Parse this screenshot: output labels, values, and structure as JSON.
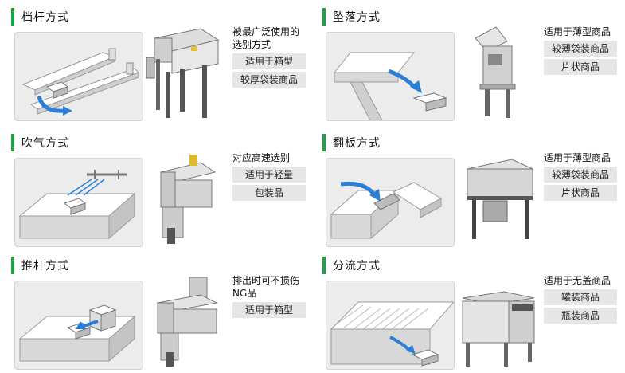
{
  "panels": [
    {
      "title": "档杆方式",
      "lines": [
        "被最广泛使用的",
        "选别方式"
      ],
      "tags": [
        "适用于箱型",
        "较厚袋装商品"
      ]
    },
    {
      "title": "坠落方式",
      "lines": [
        "适用于薄型商品"
      ],
      "tags": [
        "较薄袋装商品",
        "片状商品"
      ]
    },
    {
      "title": "吹气方式",
      "lines": [
        "对应高速选别"
      ],
      "tags": [
        "适用于轻量",
        "包装品"
      ]
    },
    {
      "title": "翻板方式",
      "lines": [
        "适用于薄型商品"
      ],
      "tags": [
        "较薄袋装商品",
        "片状商品"
      ]
    },
    {
      "title": "推杆方式",
      "lines": [
        "排出时可不损伤",
        "NG品"
      ],
      "tags": [
        "适用于箱型"
      ]
    },
    {
      "title": "分流方式",
      "lines": [
        "适用于无盖商品"
      ],
      "tags": [
        "罐装商品",
        "瓶装商品"
      ]
    }
  ],
  "colors": {
    "accent": "#21a04a",
    "arrow": "#2b7fd6",
    "tag_bg": "#e6e6e6"
  }
}
